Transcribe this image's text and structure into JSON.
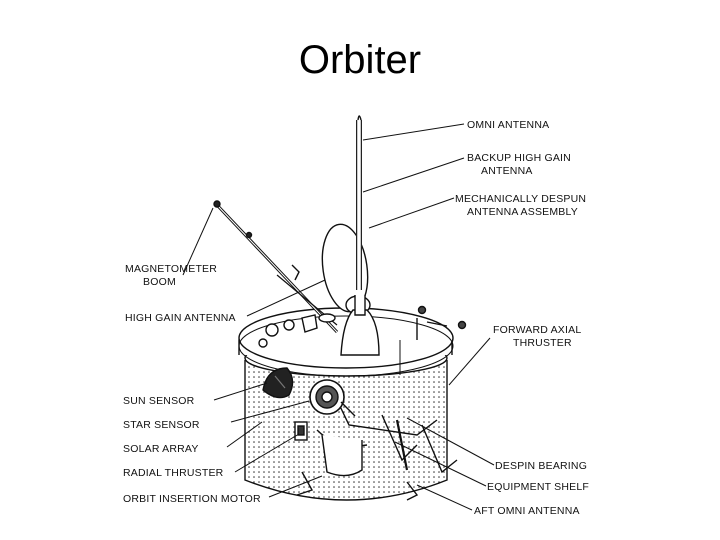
{
  "slide": {
    "title": "Orbiter"
  },
  "diagram": {
    "labels": {
      "omni_antenna": "OMNI ANTENNA",
      "backup_high_gain_1": "BACKUP HIGH GAIN",
      "backup_high_gain_2": "ANTENNA",
      "despun_1": "MECHANICALLY DESPUN",
      "despun_2": "ANTENNA ASSEMBLY",
      "magnetometer_1": "MAGNETOMETER",
      "magnetometer_2": "BOOM",
      "high_gain_antenna": "HIGH GAIN ANTENNA",
      "forward_axial_1": "FORWARD AXIAL",
      "forward_axial_2": "THRUSTER",
      "sun_sensor": "SUN SENSOR",
      "star_sensor": "STAR SENSOR",
      "solar_array": "SOLAR ARRAY",
      "radial_thruster": "RADIAL THRUSTER",
      "orbit_insertion_motor": "ORBIT INSERTION MOTOR",
      "despin_bearing": "DESPIN BEARING",
      "equipment_shelf": "EQUIPMENT SHELF",
      "aft_omni_antenna": "AFT OMNI ANTENNA"
    }
  }
}
